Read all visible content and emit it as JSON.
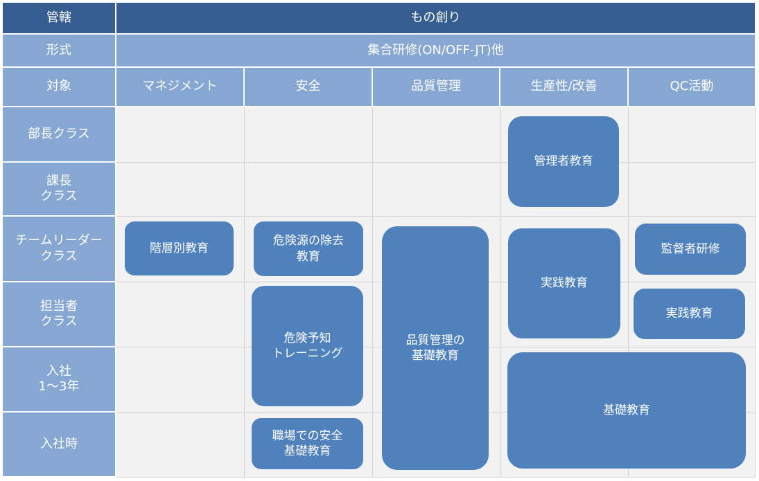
{
  "header": {
    "jurisdiction_label": "管轄",
    "jurisdiction_value": "もの創り",
    "format_label": "形式",
    "format_value": "集合研修(ON/OFF-JT)他",
    "target_label": "対象",
    "columns": [
      "マネジメント",
      "安全",
      "品質管理",
      "生産性/改善",
      "QC活動"
    ]
  },
  "rows": [
    "部長クラス",
    "課長\nクラス",
    "チームリーダー\nクラス",
    "担当者\nクラス",
    "入社\n1～3年",
    "入社時"
  ],
  "programs": [
    {
      "label": "階層別教育",
      "column": "マネジメント",
      "rows": [
        "チームリーダー\nクラス"
      ]
    },
    {
      "label": "危険源の除去\n教育",
      "column": "安全",
      "rows": [
        "チームリーダー\nクラス"
      ]
    },
    {
      "label": "危険予知\nトレーニング",
      "column": "安全",
      "rows": [
        "担当者\nクラス",
        "入社\n1～3年"
      ]
    },
    {
      "label": "職場での安全\n基礎教育",
      "column": "安全",
      "rows": [
        "入社時"
      ]
    },
    {
      "label": "品質管理の\n基礎教育",
      "column": "品質管理",
      "rows": [
        "チームリーダー\nクラス",
        "担当者\nクラス",
        "入社\n1～3年",
        "入社時"
      ]
    },
    {
      "label": "管理者教育",
      "column": "生産性/改善",
      "rows": [
        "部長クラス",
        "課長\nクラス"
      ]
    },
    {
      "label": "実践教育",
      "column": "生産性/改善",
      "rows": [
        "チームリーダー\nクラス",
        "担当者\nクラス"
      ]
    },
    {
      "label": "監督者研修",
      "column": "QC活動",
      "rows": [
        "チームリーダー\nクラス"
      ]
    },
    {
      "label": "実践教育",
      "column": "QC活動",
      "rows": [
        "担当者\nクラス"
      ]
    },
    {
      "label": "基礎教育",
      "column": "生産性/改善 + QC活動",
      "rows": [
        "入社\n1～3年",
        "入社時"
      ]
    }
  ],
  "colors": {
    "header_dark": "#355d8f",
    "header_light": "#86a7d1",
    "body_bg": "#f2f2f2",
    "program_box": "#4f81bd"
  }
}
